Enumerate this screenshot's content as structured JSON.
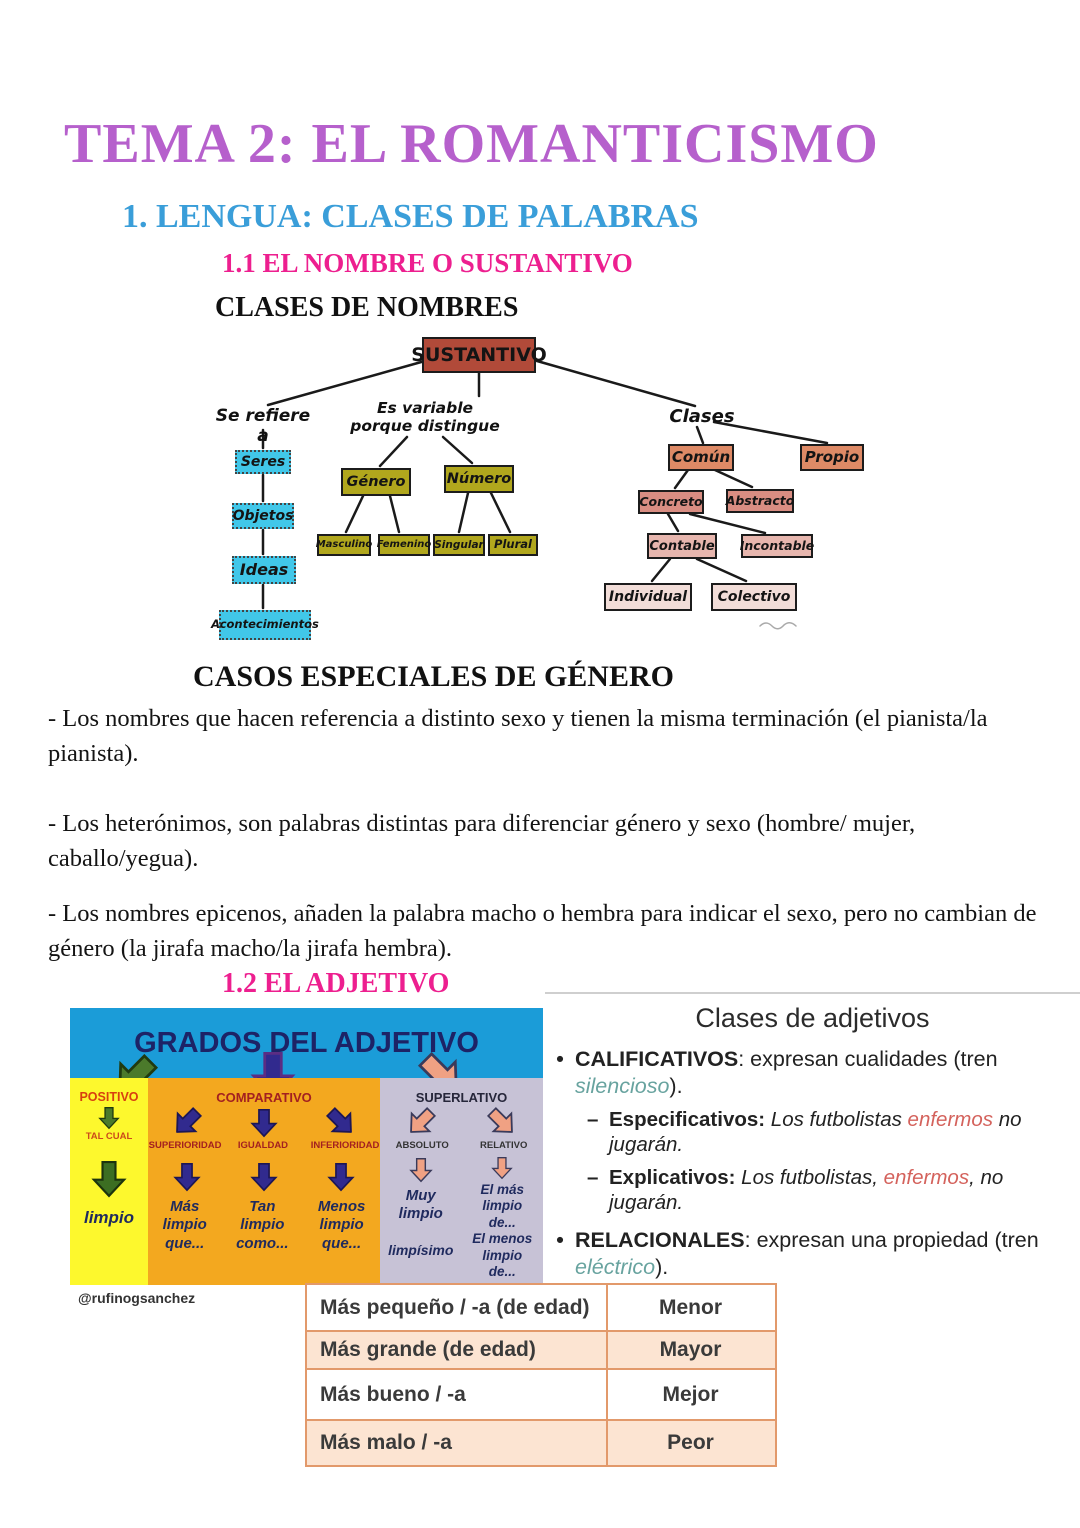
{
  "page": {
    "title": "TEMA 2: EL ROMANTICISMO",
    "section1": "1. LENGUA: CLASES DE PALABRAS",
    "section11": "1.1 EL NOMBRE O SUSTANTIVO",
    "clases_nombres": "CLASES DE NOMBRES",
    "casos": "CASOS ESPECIALES DE GÉNERO",
    "para1": "- Los nombres que hacen referencia a distinto sexo y tienen la misma terminación (el pianista/la pianista).",
    "para2": "- Los heterónimos, son palabras distintas para diferenciar género y sexo (hombre/ mujer, caballo/yegua).",
    "para3": "- Los nombres epicenos, añaden la palabra macho o hembra para indicar el sexo, pero no cambian de género (la jirafa macho/la jirafa hembra).",
    "section12": "1.2 EL ADJETIVO"
  },
  "tree": {
    "root": "SUSTANTIVO",
    "left_label": "Se refiere a",
    "middle_label": "Es variable\nporque distingue",
    "right_label": "Clases",
    "seres": "Seres",
    "objetos": "Objetos",
    "ideas": "Ideas",
    "acontecimientos": "Acontecimientos",
    "genero": "Género",
    "numero": "Número",
    "masculino": "Masculino",
    "femenino": "Femenino",
    "singular": "Singular",
    "plural": "Plural",
    "comun": "Común",
    "propio": "Propio",
    "concreto": "Concreto",
    "abstracto": "Abstracto",
    "contable": "Contable",
    "incontable": "Incontable",
    "individual": "Individual",
    "colectivo": "Colectivo"
  },
  "grados": {
    "title": "GRADOS DEL ADJETIVO",
    "positivo_label": "POSITIVO",
    "tal_cual": "TAL CUAL",
    "positivo_word": "limpio",
    "comparativo_label": "COMPARATIVO",
    "superioridad": "SUPERIORIDAD",
    "igualdad": "IGUALDAD",
    "inferioridad": "INFERIORIDAD",
    "mas": "Más\nlimpio\nque...",
    "tan": "Tan\nlimpio\ncomo...",
    "menos": "Menos\nlimpio\nque...",
    "superlativo_label": "SUPERLATIVO",
    "absoluto": "ABSOLUTO",
    "relativo": "RELATIVO",
    "muy": "Muy\nlimpio",
    "limpisimo": "limpísimo",
    "relativo_text": "El más\nlimpio\nde...\nEl menos\nlimpio\nde...",
    "credit": "@rufinogsanchez"
  },
  "adjetivos": {
    "title": "Clases de adjetivos",
    "calificativos_term": "CALIFICATIVOS",
    "calificativos_mid": ": expresan cualidades (tren ",
    "calificativos_hl": "silencioso",
    "calificativos_end": ").",
    "espec_label": "Especificativos: ",
    "espec_pre": "Los futbolistas ",
    "espec_hl": "enfermos",
    "espec_post": " no jugarán.",
    "explic_label": "Explicativos: ",
    "explic_pre": "Los futbolistas, ",
    "explic_hl": "enfermos",
    "explic_post": ", no jugarán.",
    "relacionales_term": "RELACIONALES",
    "relacionales_mid": ": expresan una propiedad (tren ",
    "relacionales_hl": "eléctrico",
    "relacionales_end": ")."
  },
  "tabla": {
    "rows": [
      {
        "izq": "Más pequeño / -a (de edad)",
        "der": "Menor"
      },
      {
        "izq": "Más grande (de edad)",
        "der": "Mayor"
      },
      {
        "izq": "Más bueno / -a",
        "der": "Mejor"
      },
      {
        "izq": "Más malo / -a",
        "der": "Peor"
      }
    ]
  },
  "colors": {
    "accent_purple": "#b660cc",
    "accent_blue": "#3a9ed9",
    "accent_pink": "#ed1f8f",
    "figure_blue": "#1b9cd8",
    "figure_yellow": "#fdf82d",
    "figure_orange": "#f3a81f",
    "figure_lavender": "#c7c2d6",
    "table_border": "#e2996b"
  }
}
